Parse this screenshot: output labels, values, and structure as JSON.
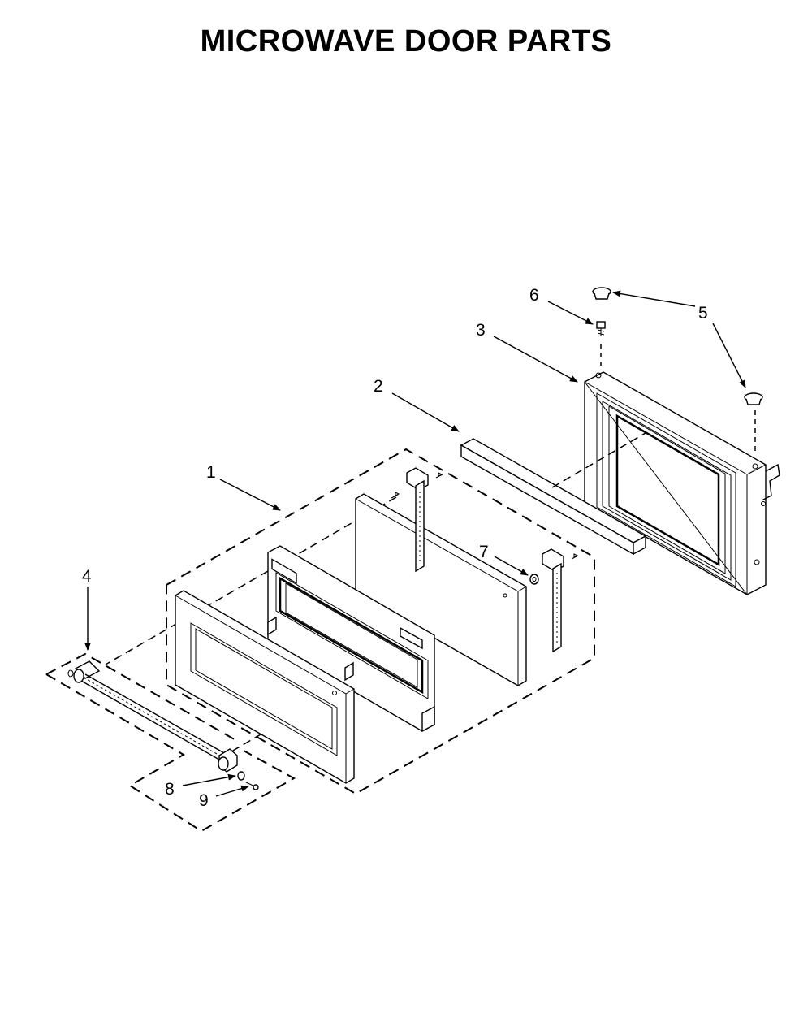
{
  "title": "MICROWAVE DOOR PARTS",
  "callouts": [
    {
      "id": "1",
      "label": "1"
    },
    {
      "id": "2",
      "label": "2"
    },
    {
      "id": "3",
      "label": "3"
    },
    {
      "id": "4",
      "label": "4"
    },
    {
      "id": "5",
      "label": "5"
    },
    {
      "id": "6",
      "label": "6"
    },
    {
      "id": "7",
      "label": "7"
    },
    {
      "id": "8",
      "label": "8"
    },
    {
      "id": "9",
      "label": "9"
    }
  ]
}
